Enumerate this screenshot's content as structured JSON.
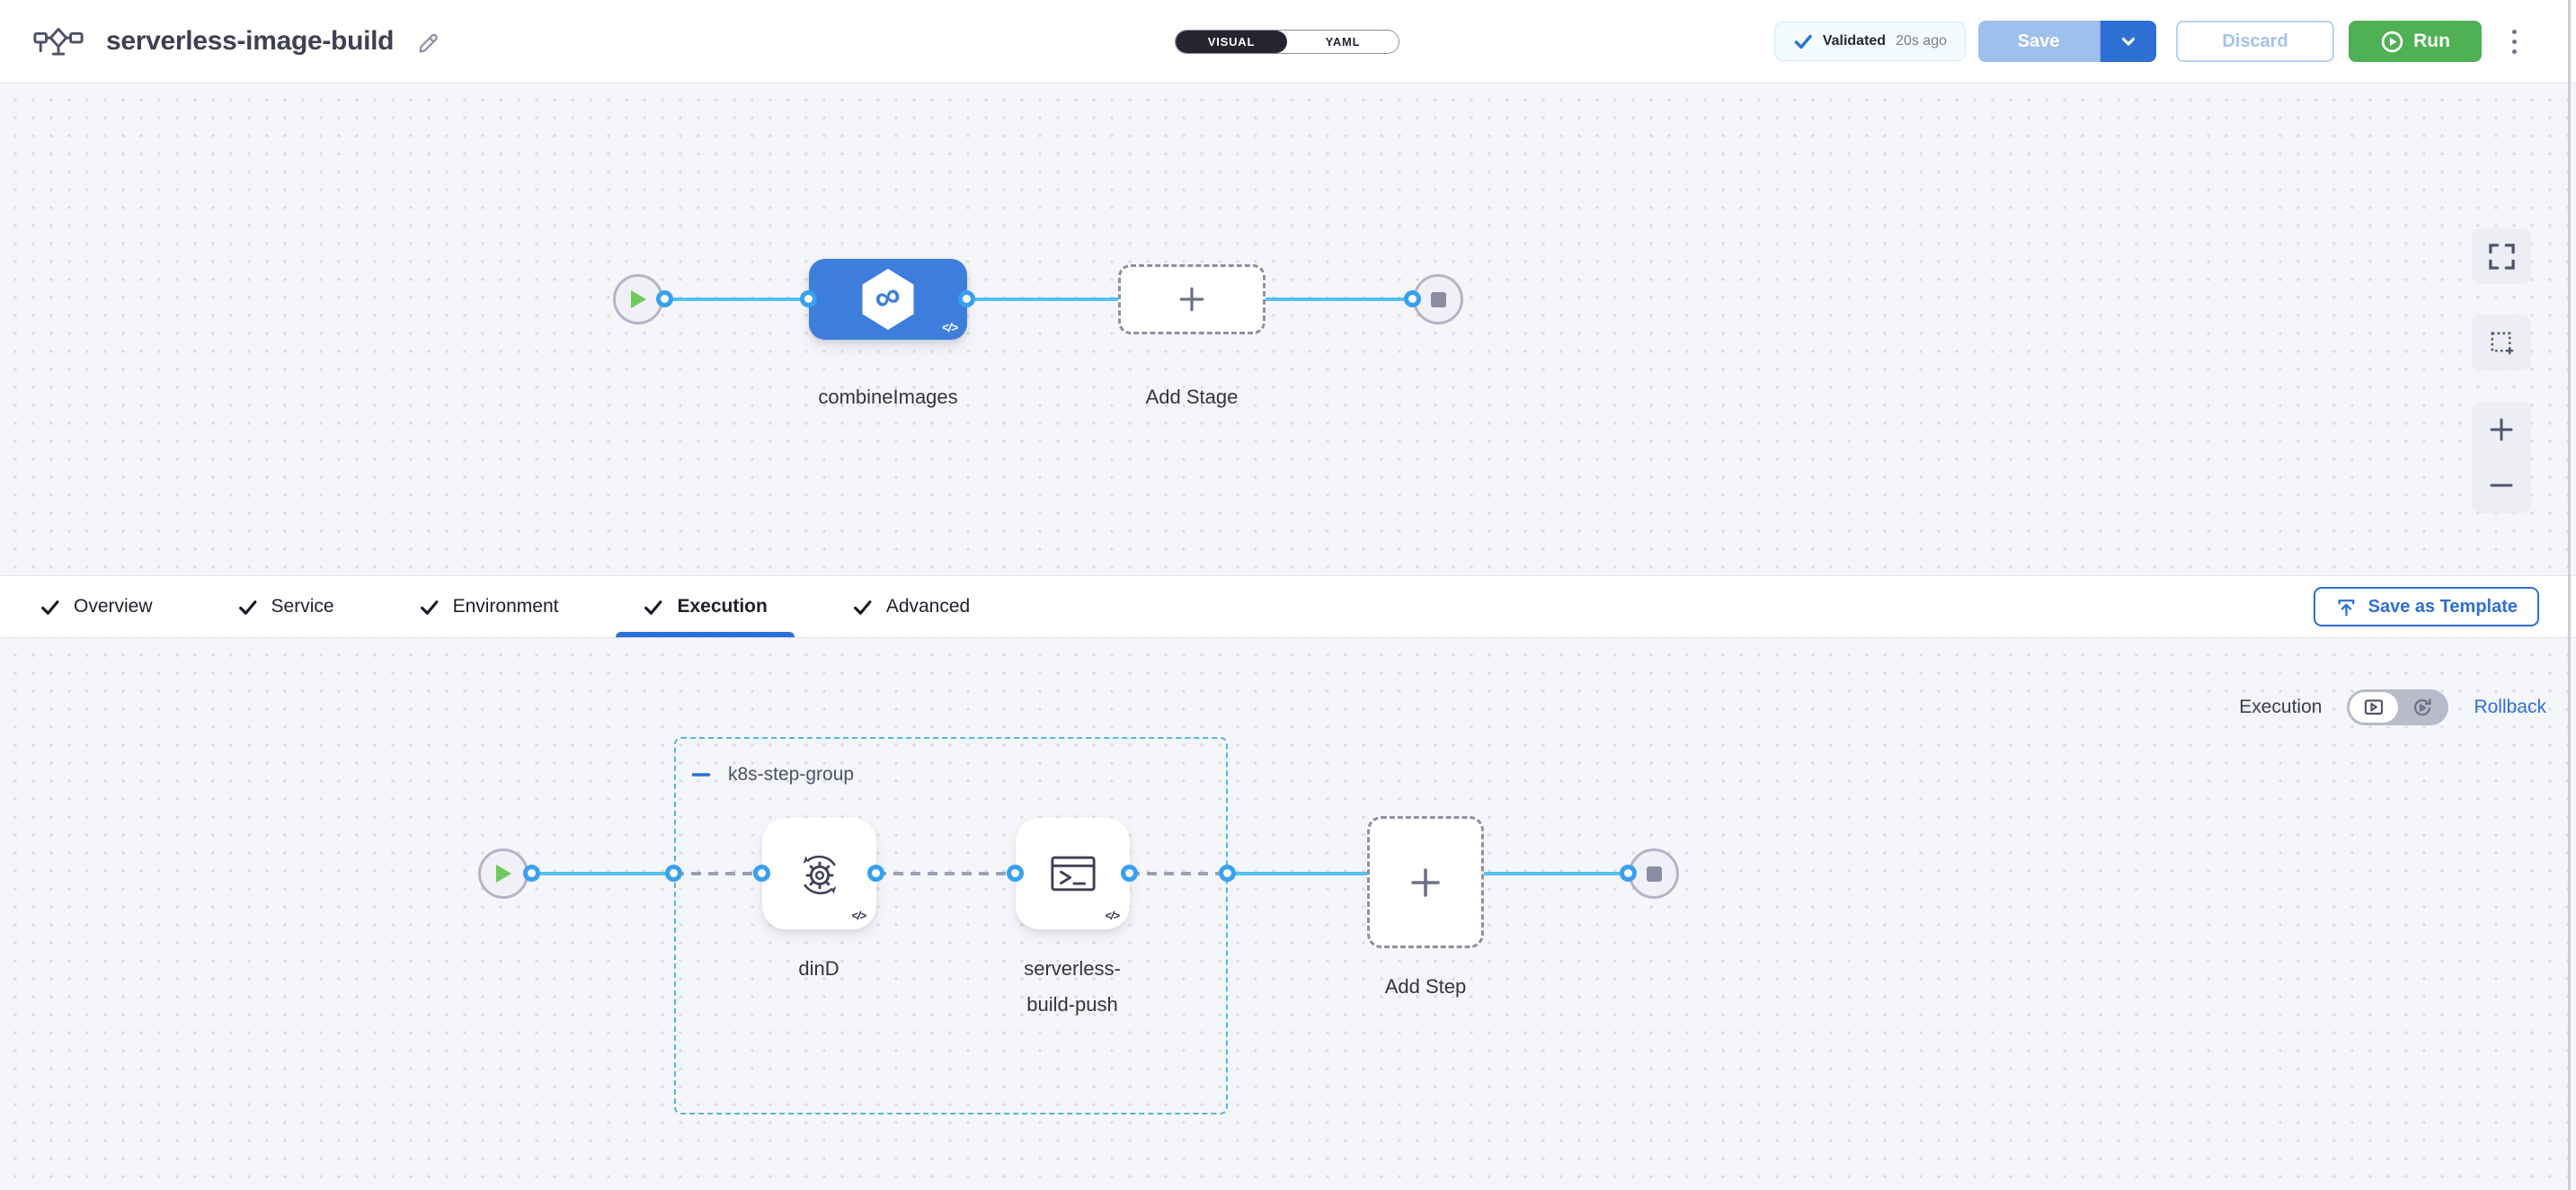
{
  "header": {
    "title": "serverless-image-build",
    "mode_toggle": {
      "visual": "VISUAL",
      "yaml": "YAML"
    },
    "validated": {
      "label": "Validated",
      "time": "20s ago"
    },
    "save_label": "Save",
    "discard_label": "Discard",
    "run_label": "Run"
  },
  "stage_canvas": {
    "stage_label": "combineImages",
    "add_stage_label": "Add Stage"
  },
  "tabs": {
    "items": [
      {
        "label": "Overview",
        "checked": true,
        "active": false
      },
      {
        "label": "Service",
        "checked": true,
        "active": false
      },
      {
        "label": "Environment",
        "checked": true,
        "active": false
      },
      {
        "label": "Execution",
        "checked": true,
        "active": true
      },
      {
        "label": "Advanced",
        "checked": true,
        "active": false
      }
    ],
    "save_as_template_label": "Save as Template"
  },
  "execution_panel": {
    "execution_label": "Execution",
    "rollback_label": "Rollback",
    "group_label": "k8s-step-group",
    "steps": [
      {
        "label": "dinD",
        "icon": "docker-in-docker-gear-sync-icon"
      },
      {
        "label_line1": "serverless-",
        "label_line2": "build-push",
        "icon": "terminal-icon"
      }
    ],
    "add_step_label": "Add Step"
  },
  "icons": [
    "pipeline-icon",
    "edit-pencil-icon",
    "check-icon",
    "chevron-down-icon",
    "play-icon",
    "stop-icon",
    "kebab-menu-icon",
    "ci-stage-infinity-icon",
    "code-badge-icon",
    "fullscreen-icon",
    "marquee-select-icon",
    "zoom-in-icon",
    "zoom-out-icon",
    "upload-template-icon",
    "execution-toggle-icon",
    "rollback-toggle-icon",
    "plus-icon",
    "minus-collapse-icon"
  ],
  "colors": {
    "primary_blue": "#2e6fd3",
    "stage_blue": "#3d7edc",
    "connector_blue": "#38a0f0",
    "edge_blue": "#55c1f1",
    "group_border_blue": "#54b4eb",
    "run_green": "#4fb153",
    "save_disabled": "#9fc0ec",
    "canvas_bg": "#f5f6fa",
    "toggle_dark": "#24252f"
  }
}
